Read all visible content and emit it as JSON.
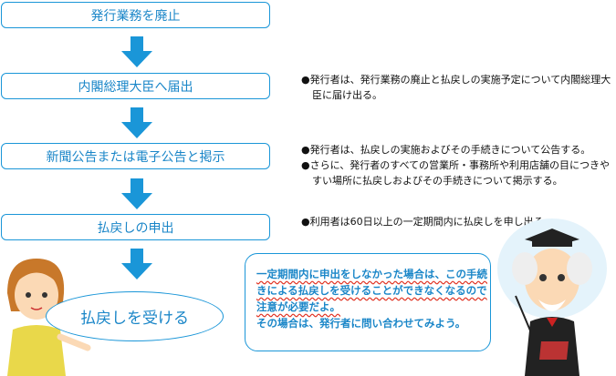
{
  "flow": {
    "steps": [
      "発行業務を廃止",
      "内閣総理大臣へ届出",
      "新聞公告または電子公告と掲示",
      "払戻しの申出"
    ],
    "final": "払戻しを受ける"
  },
  "notes": {
    "step2": [
      "●発行者は、発行業務の廃止と払戻しの実施予定について内閣総理大臣に届け出る。"
    ],
    "step3": [
      "●発行者は、払戻しの実施およびその手続きについて公告する。",
      "●さらに、発行者のすべての営業所・事務所や利用店舗の目につきやすい場所に払戻しおよびその手続きについて掲示する。"
    ],
    "step4": [
      "●利用者は60日以上の一定期間内に払戻しを申し出る。"
    ]
  },
  "bubble": {
    "warning": "一定期間内に申出をしなかった場合は、この手続きによる払戻しを受けることができなくなるので注意が必要だよ。",
    "advice": "その場合は、発行者に問い合わせてみよう。"
  },
  "colors": {
    "accent": "#1a96d8",
    "text": "#1a86c8",
    "wavy": "#e03020"
  }
}
